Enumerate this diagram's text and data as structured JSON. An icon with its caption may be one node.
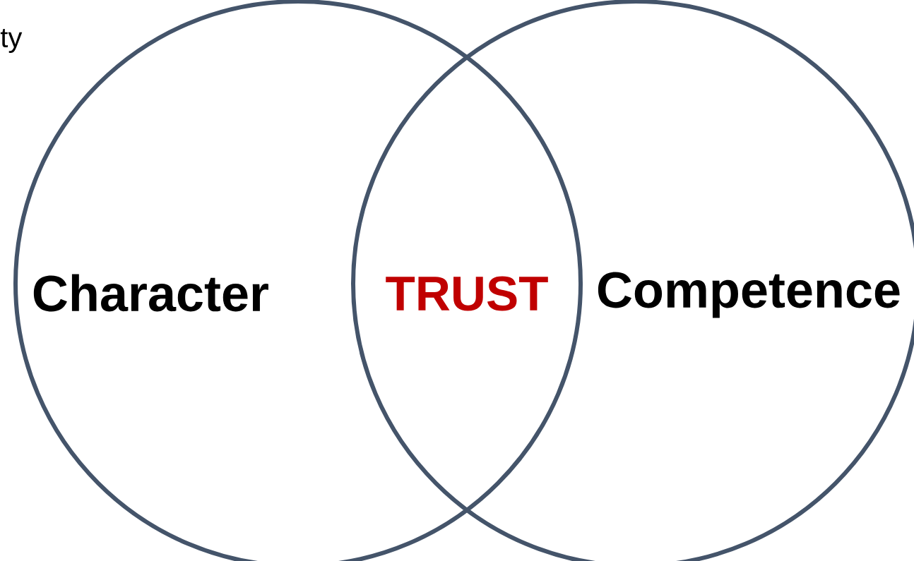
{
  "diagram": {
    "nodes": [
      {
        "text": [
          "Character"
        ]
      },
      {
        "text": [
          "Competence"
        ]
      }
    ],
    "labels": [
      "ty",
      "TRUST"
    ]
  }
}
